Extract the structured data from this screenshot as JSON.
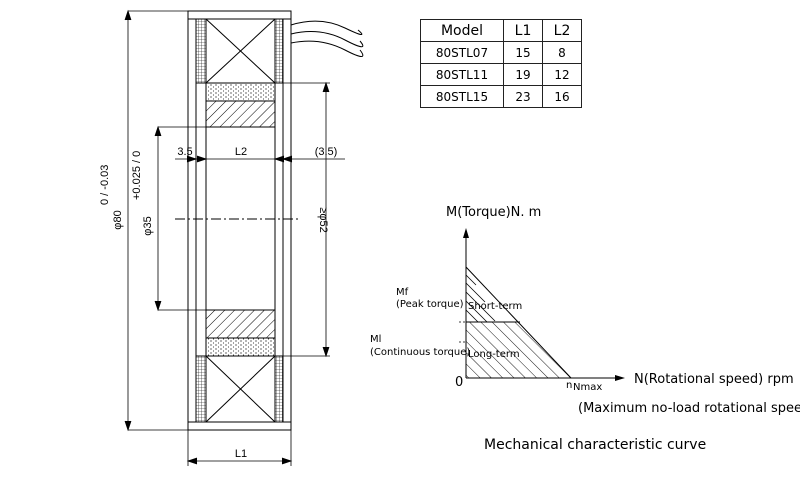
{
  "table": {
    "headers": [
      "Model",
      "L1",
      "L2"
    ],
    "rows": [
      [
        "80STL07",
        "15",
        "8"
      ],
      [
        "80STL11",
        "19",
        "12"
      ],
      [
        "80STL15",
        "23",
        "16"
      ]
    ]
  },
  "drawing": {
    "dim_outer": "φ80",
    "dim_outer_tol": "0 / -0.03",
    "dim_bore": "φ35",
    "dim_bore_tol": "+0.025 / 0",
    "dim_inner": "≥φ52",
    "dim_left_gap": "3.5",
    "dim_l2": "L2",
    "dim_right_gap": "(3.5)",
    "dim_l1": "L1"
  },
  "curve": {
    "y_axis_label": "M(Torque)N. m",
    "mf_label": "Mf",
    "mf_desc": "(Peak torque)",
    "ml_label": "Ml",
    "ml_desc": "(Continuous torque)",
    "short_term": "Short-term",
    "long_term": "Long-term",
    "origin": "0",
    "nmax_label": "n",
    "nmax_sub": "Nmax",
    "x_axis_label": "N(Rotational speed) rpm",
    "x_axis_note": "(Maximum no-load rotational speed)",
    "caption": "Mechanical characteristic curve"
  }
}
